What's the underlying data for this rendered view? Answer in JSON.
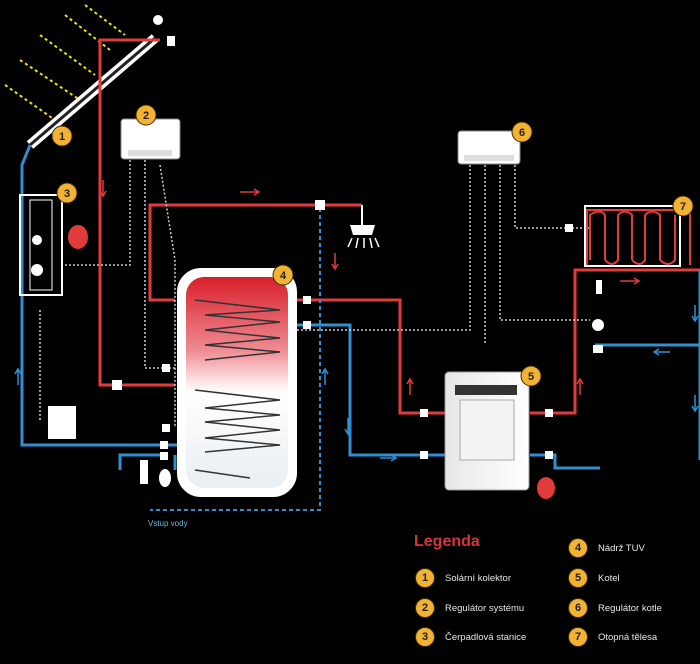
{
  "diagram": {
    "badges": [
      "1",
      "2",
      "3",
      "4",
      "5",
      "6",
      "7"
    ],
    "water_inlet_label": "Vstup vody"
  },
  "legend": {
    "title": "Legenda",
    "items": [
      {
        "num": "1",
        "label": "Solární kolektor"
      },
      {
        "num": "2",
        "label": "Regulátor systému"
      },
      {
        "num": "3",
        "label": "Čerpadlová stanice"
      },
      {
        "num": "4",
        "label": "Nádrž TUV"
      },
      {
        "num": "5",
        "label": "Kotel"
      },
      {
        "num": "6",
        "label": "Regulátor kotle"
      },
      {
        "num": "7",
        "label": "Otopná tělesa"
      }
    ]
  },
  "colors": {
    "background": "#000000",
    "hot_pipe": "#e23b3b",
    "cold_pipe": "#2f8fd1",
    "device": "#ffffff",
    "badge": "#f2b233",
    "legend_title": "#d9343a",
    "sun_rays": "#f1e400"
  }
}
